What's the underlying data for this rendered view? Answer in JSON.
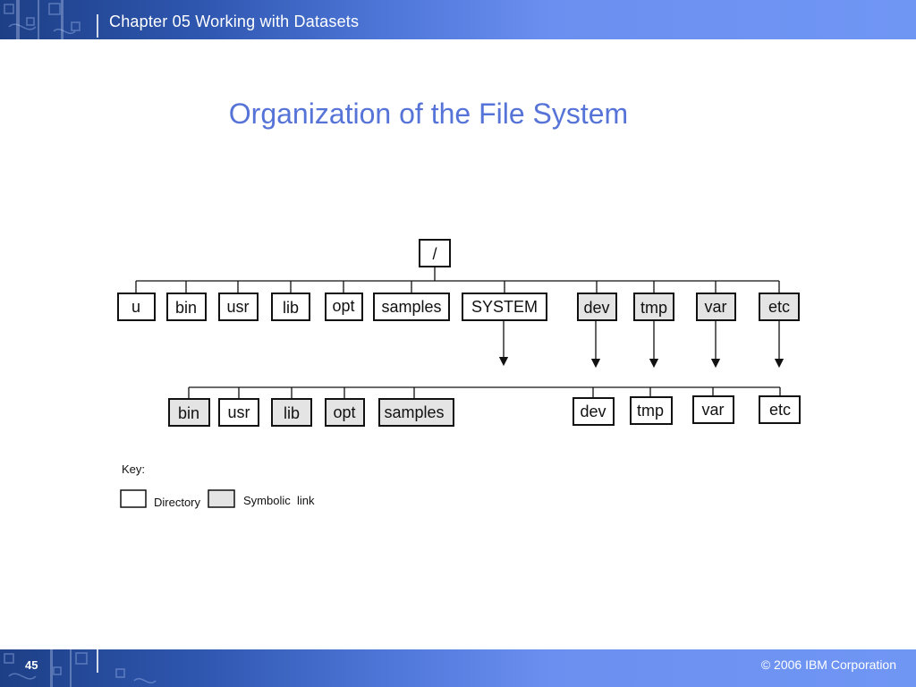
{
  "header": {
    "title": "Chapter 05 Working with Datasets"
  },
  "slide": {
    "title": "Organization of the File System"
  },
  "diagram": {
    "root": "/",
    "level1": [
      {
        "label": "u",
        "type": "directory"
      },
      {
        "label": "bin",
        "type": "directory"
      },
      {
        "label": "usr",
        "type": "directory"
      },
      {
        "label": "lib",
        "type": "directory"
      },
      {
        "label": "opt",
        "type": "directory"
      },
      {
        "label": "samples",
        "type": "directory"
      },
      {
        "label": "SYSTEM",
        "type": "directory"
      },
      {
        "label": "dev",
        "type": "symbolic-link"
      },
      {
        "label": "tmp",
        "type": "symbolic-link"
      },
      {
        "label": "var",
        "type": "symbolic-link"
      },
      {
        "label": "etc",
        "type": "symbolic-link"
      }
    ],
    "level2": [
      {
        "label": "bin",
        "type": "symbolic-link"
      },
      {
        "label": "usr",
        "type": "directory"
      },
      {
        "label": "lib",
        "type": "symbolic-link"
      },
      {
        "label": "opt",
        "type": "symbolic-link"
      },
      {
        "label": "samples",
        "type": "symbolic-link"
      },
      {
        "label": "dev",
        "type": "directory"
      },
      {
        "label": "tmp",
        "type": "directory"
      },
      {
        "label": "var",
        "type": "directory"
      },
      {
        "label": "etc",
        "type": "directory"
      }
    ],
    "key": {
      "title": "Key:",
      "directory_label": "Directory",
      "symlink_label": "Symbolic  link"
    },
    "colors": {
      "directory_fill": "#ffffff",
      "symlink_fill": "#e4e4e4",
      "stroke": "#111111"
    }
  },
  "footer": {
    "page_number": "45",
    "copyright": "© 2006 IBM Corporation"
  }
}
